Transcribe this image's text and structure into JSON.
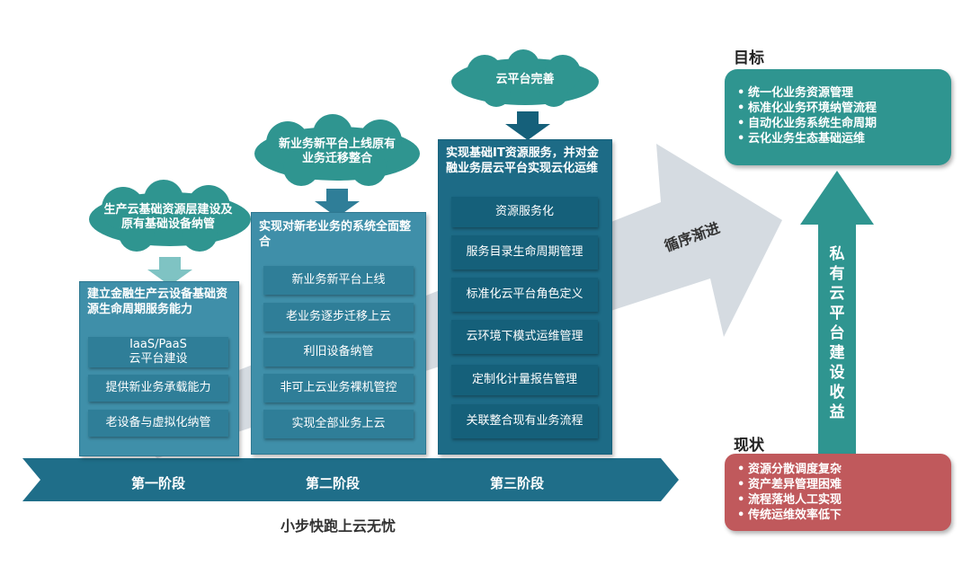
{
  "clouds": [
    {
      "id": "cloud1",
      "text": "生产云基础资源层建设及原有基础设备纳管"
    },
    {
      "id": "cloud2",
      "text": "新业务新平台上线原有业务迁移整合"
    },
    {
      "id": "cloud3",
      "text": "云平台完善"
    }
  ],
  "panels": [
    {
      "title": "建立金融生产云设备基础资源生命周期服务能力",
      "items": [
        "IaaS/PaaS\n云平台建设",
        "提供新业务承载能力",
        "老设备与虚拟化纳管"
      ]
    },
    {
      "title": "实现对新老业务的系统全面整合",
      "items": [
        "新业务新平台上线",
        "老业务逐步迁移上云",
        "利旧设备纳管",
        "非可上云业务裸机管控",
        "实现全部业务上云"
      ]
    },
    {
      "title": "实现基础IT资源服务，并对金融业务层云平台实现云化运维",
      "items": [
        "资源服务化",
        "服务目录生命周期管理",
        "标准化云平台角色定义",
        "云环境下模式运维管理",
        "定制化计量报告管理",
        "关联整合现有业务流程"
      ]
    }
  ],
  "big_arrow_label": "循序渐进",
  "stages": [
    "第一阶段",
    "第二阶段",
    "第三阶段"
  ],
  "footer": "小步快跑上云无忧",
  "goal": {
    "heading": "目标",
    "items": [
      "统一化业务资源管理",
      "标准化业务环境纳管流程",
      "自动化业务系统生命周期",
      "云化业务生态基础运维"
    ]
  },
  "current": {
    "heading": "现状",
    "items": [
      "资源分散调度复杂",
      "资产差异管理困难",
      "流程落地人工实现",
      "传统运维效率低下"
    ]
  },
  "benefit_label": "私有云平台建设收益",
  "colors": {
    "teal": "#3f8fa9",
    "dark_teal": "#1d6b86",
    "goal": "#2f9590",
    "current": "#c0595c",
    "arrow_gray": "#d5dbe1",
    "banner": "#1f6e89"
  }
}
